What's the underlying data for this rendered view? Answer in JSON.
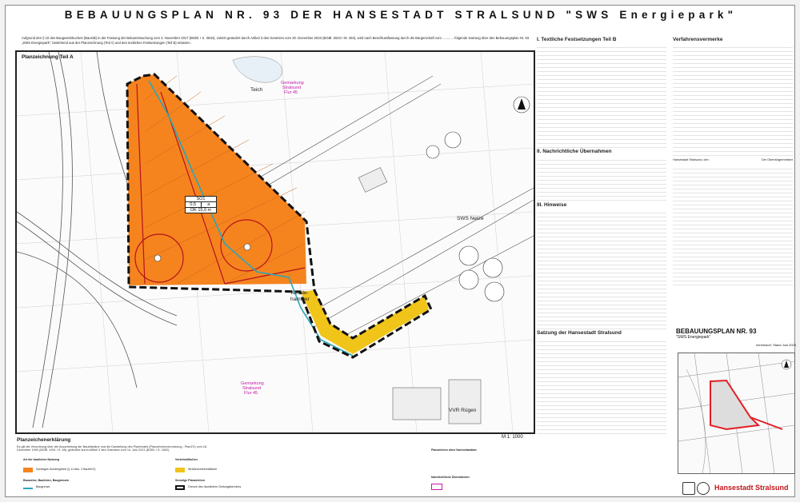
{
  "title": "BEBAUUNGSPLAN NR. 93 DER HANSESTADT STRALSUND \"SWS Energiepark\"",
  "preamble": "Aufgrund des § 10 des Baugesetzbuches (BauGB) in der Fassung der Bekanntmachung vom 3. November 2017 (BGBl. I S. 3634), zuletzt geändert durch Artikel 3 des Gesetzes vom 20. Dezember 2023 (BGBl. 2023 I Nr. 394), wird nach Beschlussfassung durch die Bürgerschaft vom ............ folgende Satzung über den Bebauungsplan Nr. 93 „SWS Energiepark“, bestehend aus der Planzeichnung (Teil A) und den textlichen Festsetzungen (Teil B) erlassen.",
  "map": {
    "label": "Planzeichnung Teil A",
    "scale": "M 1: 1000",
    "nutzung": {
      "code": "SO1",
      "grz": "0,5",
      "o": "a",
      "oh": "OK 15,0 m"
    },
    "labels": {
      "teich": "Teich",
      "wende": "Wende-",
      "hammer": "hammer",
      "sws_netze": "SWS Netze",
      "vvr": "VVR Rügen",
      "gem_top_1": "Gemarkung",
      "gem_top_2": "Stralsund",
      "gem_top_3": "Flur 45",
      "gem_bot_1": "Gemarkung",
      "gem_bot_2": "Stralsund",
      "gem_bot_3": "Flur 45"
    }
  },
  "legend": {
    "title": "Planzeichenerklärung",
    "subtitle": "Es gilt die Verordnung über die Ausarbeitung der Bauleitpläne und die Darstellung des Planinhalts (Planzeichenverordnung - PlanZV) vom 18. Dezember 1990 (BGBl. 1991 I S. 58), geändert durch Artikel 3 des Gesetzes vom 14. Juni 2021 (BGBl. I S. 1802)",
    "items": [
      {
        "label": "Art der baulichen Nutzung"
      },
      {
        "label": "Sonstiges Sondergebiet (§ 11 Abs. 2 BauNVO)"
      },
      {
        "label": "Verkehrsflächen"
      },
      {
        "label": "Straßenverkehrsfläche"
      },
      {
        "label": "Sonstige Planzeichen"
      },
      {
        "label": "Grenze des räumlichen Geltungsbereichs"
      },
      {
        "label": "Bauweise, Baulinien, Baugrenzen"
      },
      {
        "label": "Baugrenze"
      },
      {
        "label": "Planzeichen ohne Normcharakter"
      },
      {
        "label": "Nachrichtliche Übernahmen"
      }
    ],
    "colors": {
      "so": "#f5841f",
      "verkehr": "#f0c419",
      "boundary": "#111111",
      "baugrenze": "#2aa7b8"
    }
  },
  "teil_b": {
    "heading1": "I. Textliche Festsetzungen Teil B",
    "heading2": "II. Nachrichtliche Übernahmen",
    "heading3": "III. Hinweise",
    "heading4": "Satzung der Hansestadt Stralsund"
  },
  "verfahren": {
    "heading": "Verfahrensvermerke",
    "sign1": "Hansestadt Stralsund, den",
    "sign2": "Der Oberbürgermeister"
  },
  "plan_box": {
    "title": "BEBAUUNGSPLAN NR. 93",
    "subtitle": "\"SWS Energiepark\"",
    "stand": "Vorentwurf, Stand Juni 2025"
  },
  "logo": {
    "city": "Hansestadt Stralsund"
  }
}
